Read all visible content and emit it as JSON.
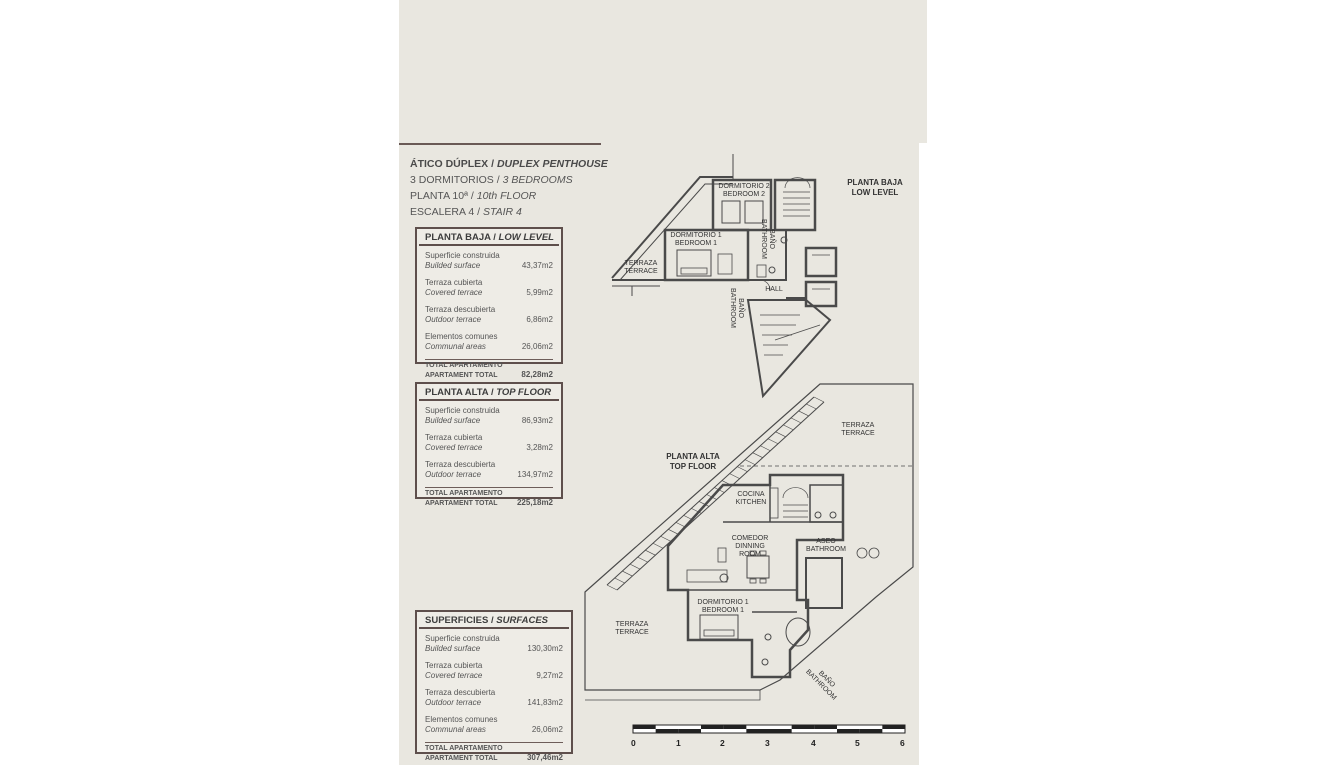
{
  "header": {
    "line1_es": "ÁTICO DÚPLEX / ",
    "line1_en": "DUPLEX PENTHOUSE",
    "line2_es": "3 DORMITORIOS / ",
    "line2_en": "3 BEDROOMS",
    "line3_es": "PLANTA 10ª / ",
    "line3_en": "10th FLOOR",
    "line4_es": "ESCALERA 4 / ",
    "line4_en": "STAIR 4"
  },
  "low_level_box": {
    "title_es": "PLANTA BAJA / ",
    "title_en": "LOW LEVEL",
    "rows": [
      {
        "es": "Superficie construida",
        "en": "Builded surface",
        "value": "43,37m2"
      },
      {
        "es": "Terraza cubierta",
        "en": "Covered terrace",
        "value": "5,99m2"
      },
      {
        "es": "Terraza descubierta",
        "en": "Outdoor terrace",
        "value": "6,86m2"
      },
      {
        "es": "Elementos comunes",
        "en": "Communal areas",
        "value": "26,06m2"
      }
    ],
    "total": {
      "es": "TOTAL APARTAMENTO",
      "en": "APARTAMENT TOTAL",
      "value": "82,28m2"
    }
  },
  "top_floor_box": {
    "title_es": "PLANTA ALTA / ",
    "title_en": "TOP FLOOR",
    "rows": [
      {
        "es": "Superficie construida",
        "en": "Builded surface",
        "value": "86,93m2"
      },
      {
        "es": "Terraza cubierta",
        "en": "Covered terrace",
        "value": "3,28m2"
      },
      {
        "es": "Terraza descubierta",
        "en": "Outdoor terrace",
        "value": "134,97m2"
      }
    ],
    "total": {
      "es": "TOTAL APARTAMENTO",
      "en": "APARTAMENT TOTAL",
      "value": "225,18m2"
    }
  },
  "surfaces_box": {
    "title_es": "SUPERFICIES / ",
    "title_en": "SURFACES",
    "rows": [
      {
        "es": "Superficie construida",
        "en": "Builded surface",
        "value": "130,30m2"
      },
      {
        "es": "Terraza cubierta",
        "en": "Covered terrace",
        "value": "9,27m2"
      },
      {
        "es": "Terraza descubierta",
        "en": "Outdoor terrace",
        "value": "141,83m2"
      },
      {
        "es": "Elementos comunes",
        "en": "Communal areas",
        "value": "26,06m2"
      }
    ],
    "total": {
      "es": "TOTAL APARTAMENTO",
      "en": "APARTAMENT TOTAL",
      "value": "307,46m2"
    }
  },
  "low_plan": {
    "label_es": "PLANTA BAJA",
    "label_en": "LOW LEVEL",
    "bedroom2_es": "DORMITORIO 2",
    "bedroom2_en": "BEDROOM 2",
    "bedroom1_es": "DORMITORIO 1",
    "bedroom1_en": "BEDROOM 1",
    "terrace_es": "TERRAZA",
    "terrace_en": "TERRACE",
    "bath_es": "BAÑO",
    "bath_en": "BATHROOM",
    "bath2_es": "BAÑO",
    "bath2_en": "BATHROOM",
    "hall": "HALL"
  },
  "top_plan": {
    "label_es": "PLANTA ALTA",
    "label_en": "TOP FLOOR",
    "terrace1_es": "TERRAZA",
    "terrace1_en": "TERRACE",
    "terrace2_es": "TERRAZA",
    "terrace2_en": "TERRACE",
    "kitchen_es": "COCINA",
    "kitchen_en": "KITCHEN",
    "dining_es": "COMEDOR",
    "dining_en": "DINNING ROOM",
    "aseo_es": "ASEO",
    "aseo_en": "BATHROOM",
    "bedroom_es": "DORMITORIO 1",
    "bedroom_en": "BEDROOM 1",
    "bath_es": "BAÑO",
    "bath_en": "BATHROOM"
  },
  "scale": {
    "ticks": [
      "0",
      "1",
      "2",
      "3",
      "4",
      "5",
      "6"
    ]
  },
  "colors": {
    "paper": "#e9e7e0",
    "border": "#5e4f4c",
    "wall": "#4a4a4a"
  }
}
